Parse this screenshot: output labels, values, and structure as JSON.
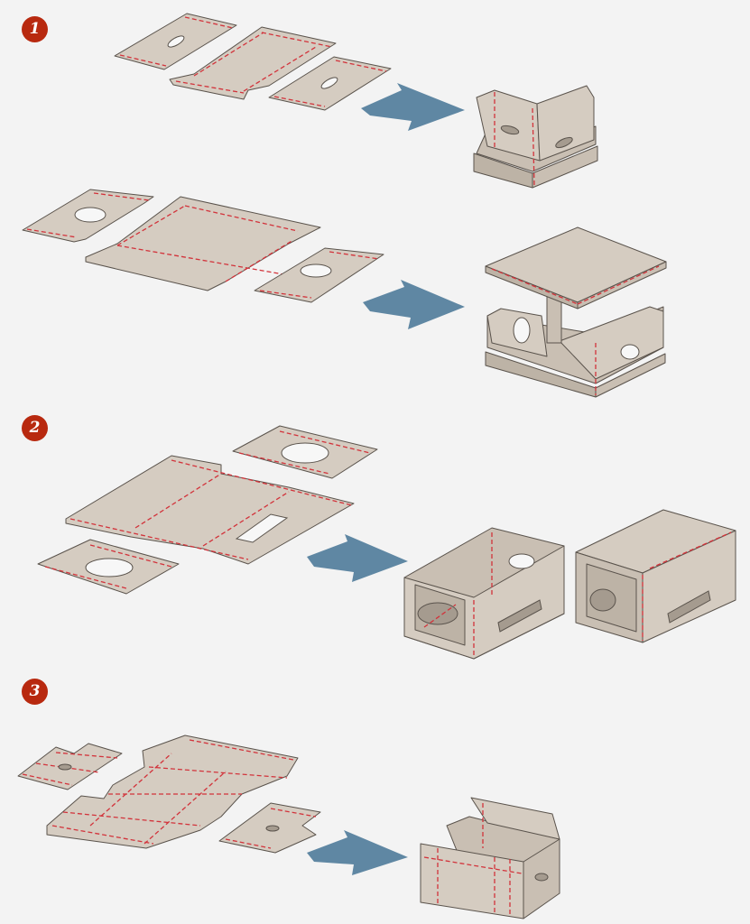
{
  "steps": [
    {
      "label": "1"
    },
    {
      "label": "2"
    },
    {
      "label": "3"
    }
  ],
  "colors": {
    "background": "#f3f3f3",
    "cardboard": "#d5ccc1",
    "fold_line": "#d2333b",
    "arrow": "#5f87a3",
    "badge": "#b8290f"
  }
}
